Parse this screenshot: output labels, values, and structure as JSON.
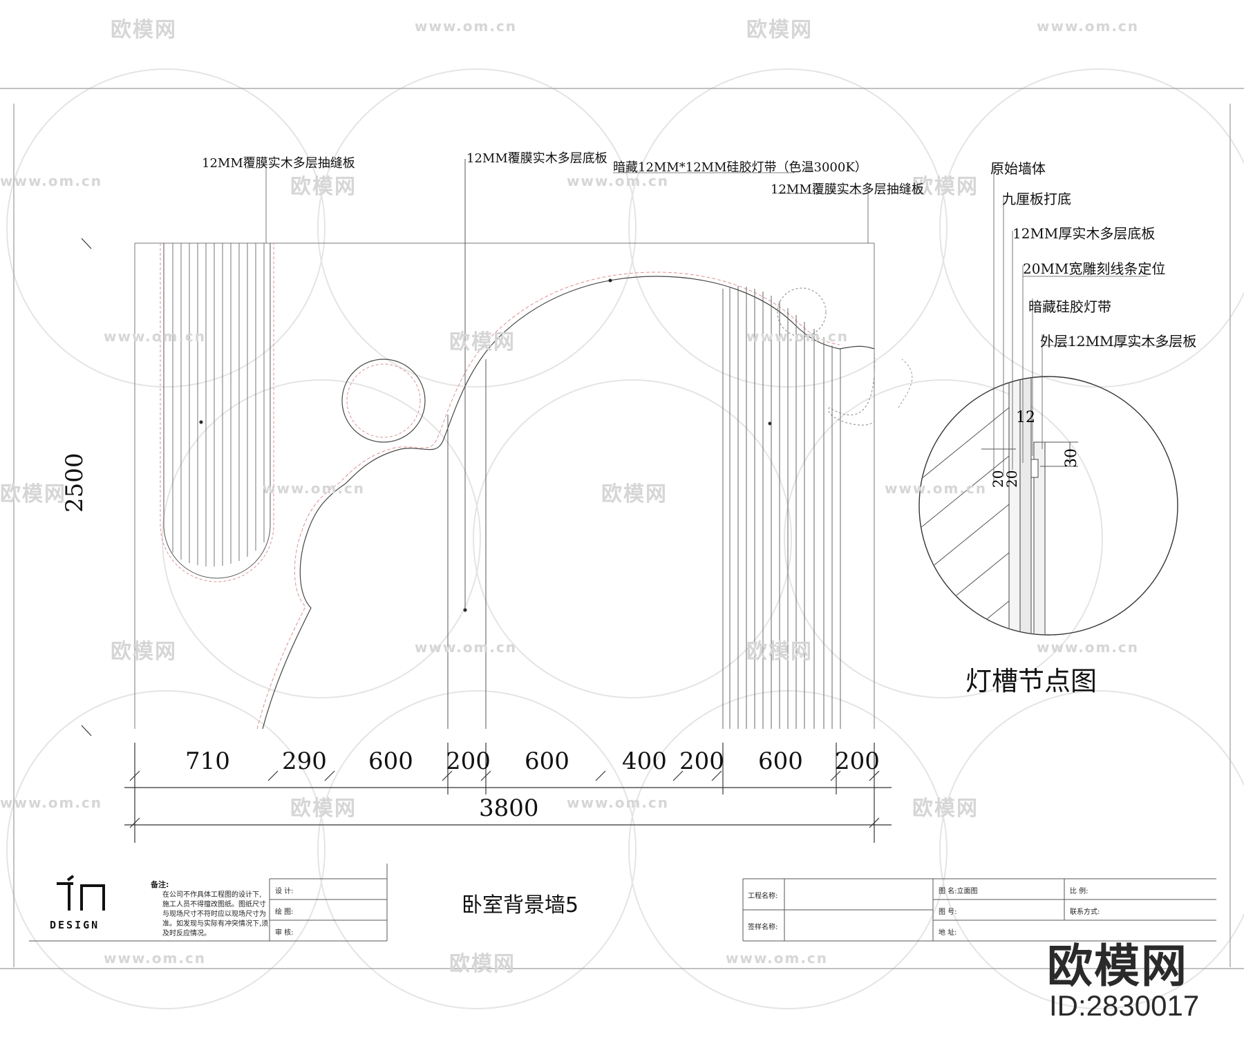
{
  "drawing": {
    "title": "卧室背景墙5",
    "detail_title": "灯槽节点图"
  },
  "callouts_left": [
    "12MM覆膜实木多层抽缝板",
    "12MM覆膜实木多层底板",
    "暗藏12MM*12MM硅胶灯带（色温3000K）",
    "12MM覆膜实木多层抽缝板"
  ],
  "callouts_detail": [
    "原始墙体",
    "九厘板打底",
    "12MM厚实木多层底板",
    "20MM宽雕刻线条定位",
    "暗藏硅胶灯带",
    "外层12MM厚实木多层板"
  ],
  "dimensions": {
    "height": "2500",
    "segments": [
      "710",
      "290",
      "600",
      "200",
      "600",
      "400",
      "200",
      "600",
      "200"
    ],
    "total": "3800"
  },
  "detail_dims": {
    "d12": "12",
    "d30": "30",
    "d20a": "20",
    "d20b": "20"
  },
  "title_block": {
    "notes_label": "备注:",
    "notes_text": [
      "在公司不作具体工程图的设计下,",
      "施工人员不得擅改图纸。图纸尺寸",
      "与现场尺寸不符时应以现场尺寸为",
      "准。如发现与实际有冲突情况下,须",
      "及时反应情况。"
    ],
    "rows_left": [
      "设  计:",
      "绘  图:",
      "审  核:"
    ],
    "rows_mid": [
      "工程名称:",
      "签样名称:"
    ],
    "rows_right_a": [
      "图  名:立面图",
      "图  号:",
      "地  址:"
    ],
    "rows_right_b": [
      "比  例:",
      "联系方式:"
    ],
    "logo_text": "DESIGN"
  },
  "watermark": {
    "brand": "欧模网",
    "url": "www.om.cn",
    "id_text": "ID:2830017"
  }
}
